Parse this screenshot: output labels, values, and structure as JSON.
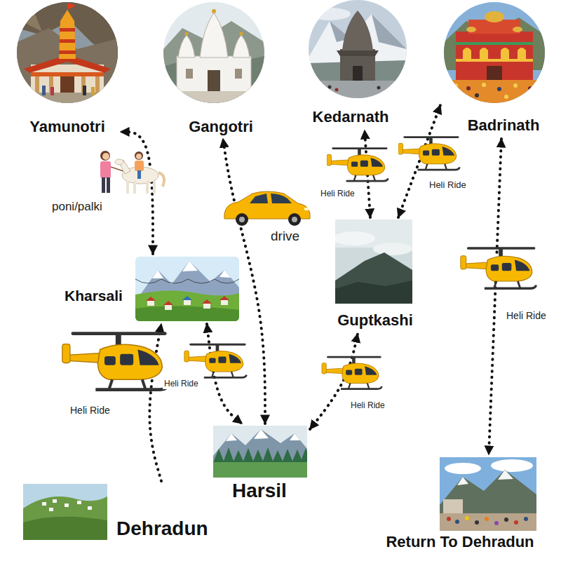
{
  "diagram": {
    "nodes": [
      {
        "text": [
          "Yamunotri"
        ]
      },
      {
        "text": [
          "Gangotri"
        ]
      },
      {
        "text": [
          "Kedarnath"
        ]
      },
      {
        "text": [
          "Badrinath"
        ]
      },
      {
        "text": [
          "Kharsali"
        ]
      },
      {
        "text": [
          "Guptkashi"
        ]
      },
      {
        "text": [
          "Harsil"
        ]
      },
      {
        "text": [
          "Dehradun"
        ]
      },
      {
        "text": [
          "Return To Dehradun"
        ]
      }
    ],
    "edges": [
      {
        "from": 4,
        "to": 0,
        "arrow": "both",
        "label": "poni/palki"
      },
      {
        "from": 7,
        "to": 4,
        "arrow": "to",
        "label": "Heli Ride"
      },
      {
        "from": 4,
        "to": 6,
        "arrow": "both",
        "label": "Heli Ride"
      },
      {
        "from": 6,
        "to": 1,
        "arrow": "both",
        "label": "drive"
      },
      {
        "from": 6,
        "to": 5,
        "arrow": "both",
        "label": "Heli Ride"
      },
      {
        "from": 5,
        "to": 2,
        "arrow": "both",
        "label": "Heli Ride"
      },
      {
        "from": 5,
        "to": 3,
        "arrow": "both",
        "label": "Heli Ride"
      },
      {
        "from": 3,
        "to": 8,
        "arrow": "both",
        "label": "Heli Ride"
      }
    ]
  }
}
